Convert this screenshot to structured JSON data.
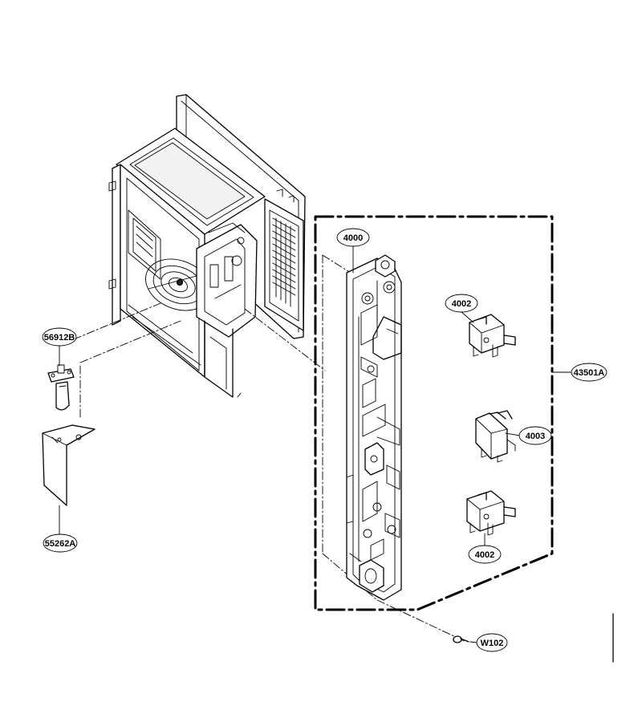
{
  "callouts": {
    "c4000": "4000",
    "c4002_top": "4002",
    "c4003": "4003",
    "c4002_bottom": "4002",
    "c43501A": "43501A",
    "c56912B": "56912B",
    "c55262A": "55262A",
    "cW102": "W102"
  }
}
